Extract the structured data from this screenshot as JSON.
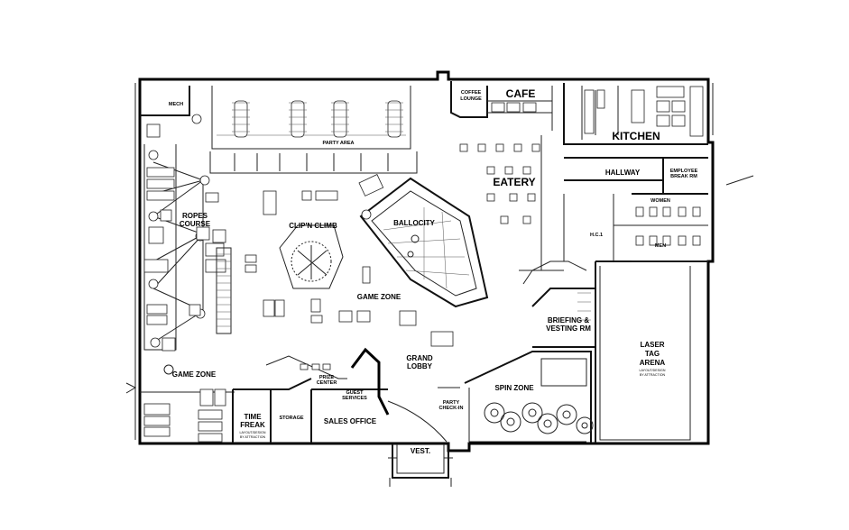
{
  "rooms": {
    "mech": "MECH",
    "coffee_lounge_1": "COFFEE",
    "coffee_lounge_2": "LOUNGE",
    "cafe": "CAFE",
    "kitchen": "KITCHEN",
    "party_area": "PARTY AREA",
    "eatery": "EATERY",
    "hallway": "HALLWAY",
    "employee_break_1": "EMPLOYEE",
    "employee_break_2": "BREAK RM",
    "women": "WOMEN",
    "men": "MEN",
    "hc": "H.C.1",
    "ropes_1": "ROPES",
    "ropes_2": "COURSE",
    "clip_n_climb": "CLIP'N CLIMB",
    "ballocity": "BALLOCITY",
    "game_zone_center": "GAME ZONE",
    "game_zone_left": "GAME ZONE",
    "briefing_1": "BRIEFING &",
    "briefing_2": "VESTING RM",
    "laser_1": "LASER",
    "laser_2": "TAG",
    "laser_3": "ARENA",
    "laser_note_1": "LAYOUT/DESIGN",
    "laser_note_2": "BY ATTRACTION",
    "grand_1": "GRAND",
    "grand_2": "LOBBY",
    "prize_1": "PRIZE",
    "prize_2": "CENTER",
    "guest_1": "GUEST",
    "guest_2": "SERVICES",
    "party_checkin_1": "PARTY",
    "party_checkin_2": "CHECK-IN",
    "spin_zone": "SPIN ZONE",
    "time_freak_1": "TIME",
    "time_freak_2": "FREAK",
    "time_freak_note_1": "LAYOUT/DESIGN",
    "time_freak_note_2": "BY ATTRACTION",
    "storage": "STORAGE",
    "sales_office": "SALES OFFICE",
    "vest": "VEST."
  }
}
